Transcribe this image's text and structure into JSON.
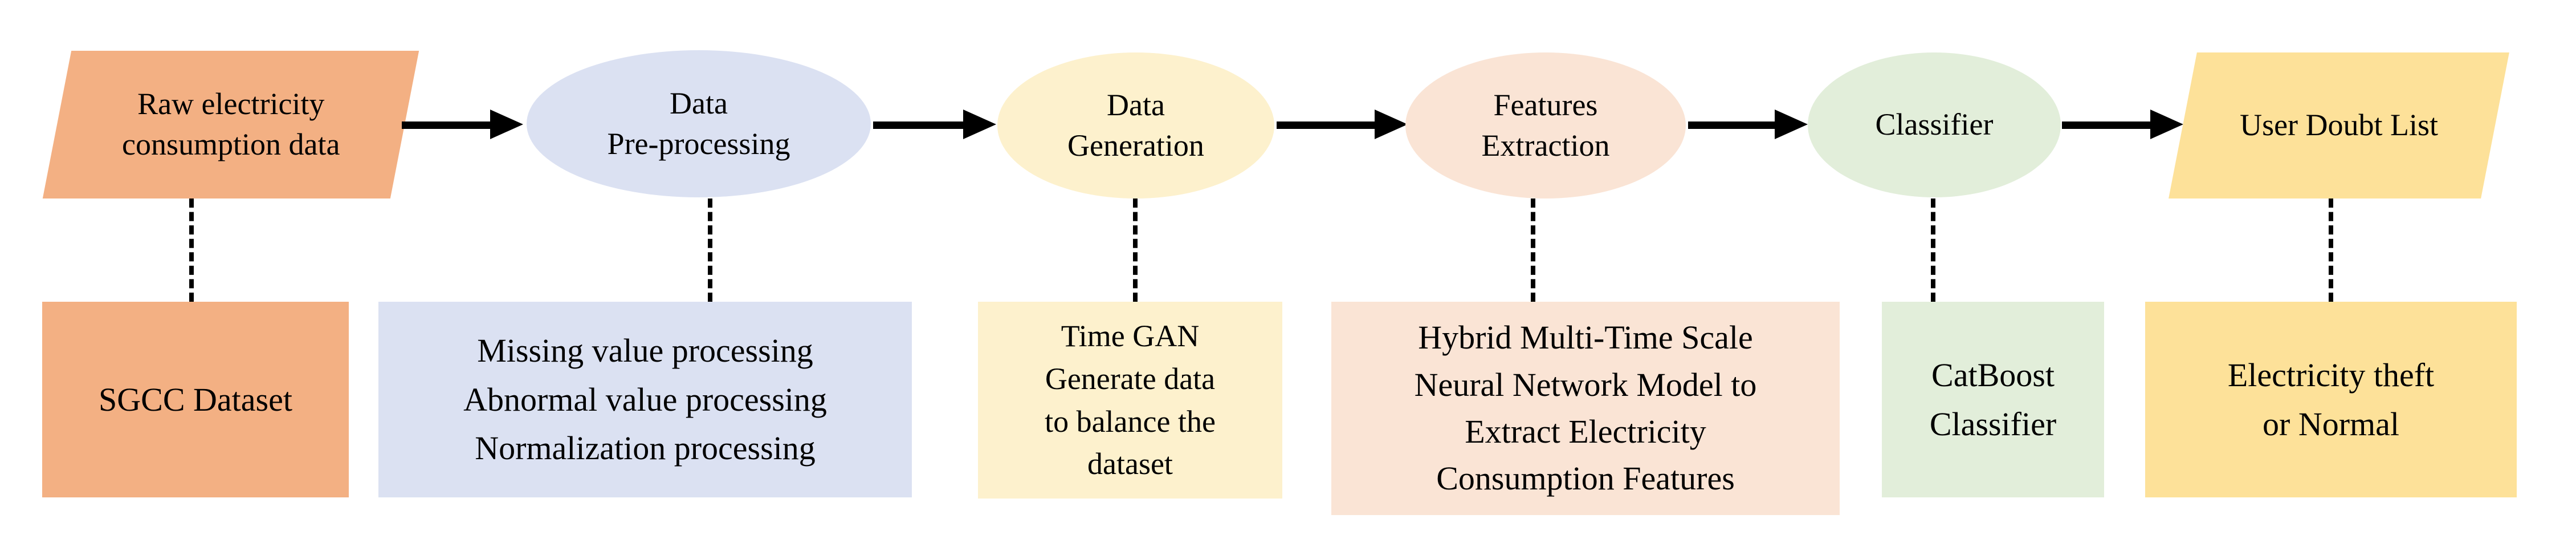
{
  "diagram": {
    "title": "Electricity theft detection pipeline flowchart",
    "background_color": "#ffffff",
    "arrow_color": "#000000",
    "connector_style": "dashed",
    "text_color": "#000000",
    "stages": [
      {
        "id": "raw-data",
        "shape": "parallelogram",
        "label": "Raw electricity\nconsumption data",
        "fill": "#F3B083"
      },
      {
        "id": "pre-processing",
        "shape": "ellipse",
        "label": "Data\nPre-processing",
        "fill": "#DBE1F2"
      },
      {
        "id": "data-generation",
        "shape": "ellipse",
        "label": "Data\nGeneration",
        "fill": "#FDF1CD"
      },
      {
        "id": "features-extraction",
        "shape": "ellipse",
        "label": "Features\nExtraction",
        "fill": "#FAE4D5"
      },
      {
        "id": "classifier",
        "shape": "ellipse",
        "label": "Classifier",
        "fill": "#E2EEDA"
      },
      {
        "id": "user-doubt-list",
        "shape": "parallelogram",
        "label": "User Doubt List",
        "fill": "#FDE199"
      }
    ],
    "details": [
      {
        "for": "raw-data",
        "label": "SGCC Dataset",
        "fill": "#F3B083"
      },
      {
        "for": "pre-processing",
        "label": "Missing value processing\nAbnormal value processing\nNormalization processing",
        "fill": "#DBE1F2"
      },
      {
        "for": "data-generation",
        "label": "Time GAN\nGenerate data\nto balance the\ndataset",
        "fill": "#FDF1CD"
      },
      {
        "for": "features-extraction",
        "label": "Hybrid Multi-Time Scale\nNeural Network Model to\nExtract Electricity\nConsumption Features",
        "fill": "#FAE4D5"
      },
      {
        "for": "classifier",
        "label": "CatBoost\nClassifier",
        "fill": "#E2EEDA"
      },
      {
        "for": "user-doubt-list",
        "label": "Electricity theft\nor Normal",
        "fill": "#FDE199"
      }
    ],
    "arrows": [
      {
        "from": "raw-data",
        "to": "pre-processing"
      },
      {
        "from": "pre-processing",
        "to": "data-generation"
      },
      {
        "from": "data-generation",
        "to": "features-extraction"
      },
      {
        "from": "features-extraction",
        "to": "classifier"
      },
      {
        "from": "classifier",
        "to": "user-doubt-list"
      }
    ]
  }
}
